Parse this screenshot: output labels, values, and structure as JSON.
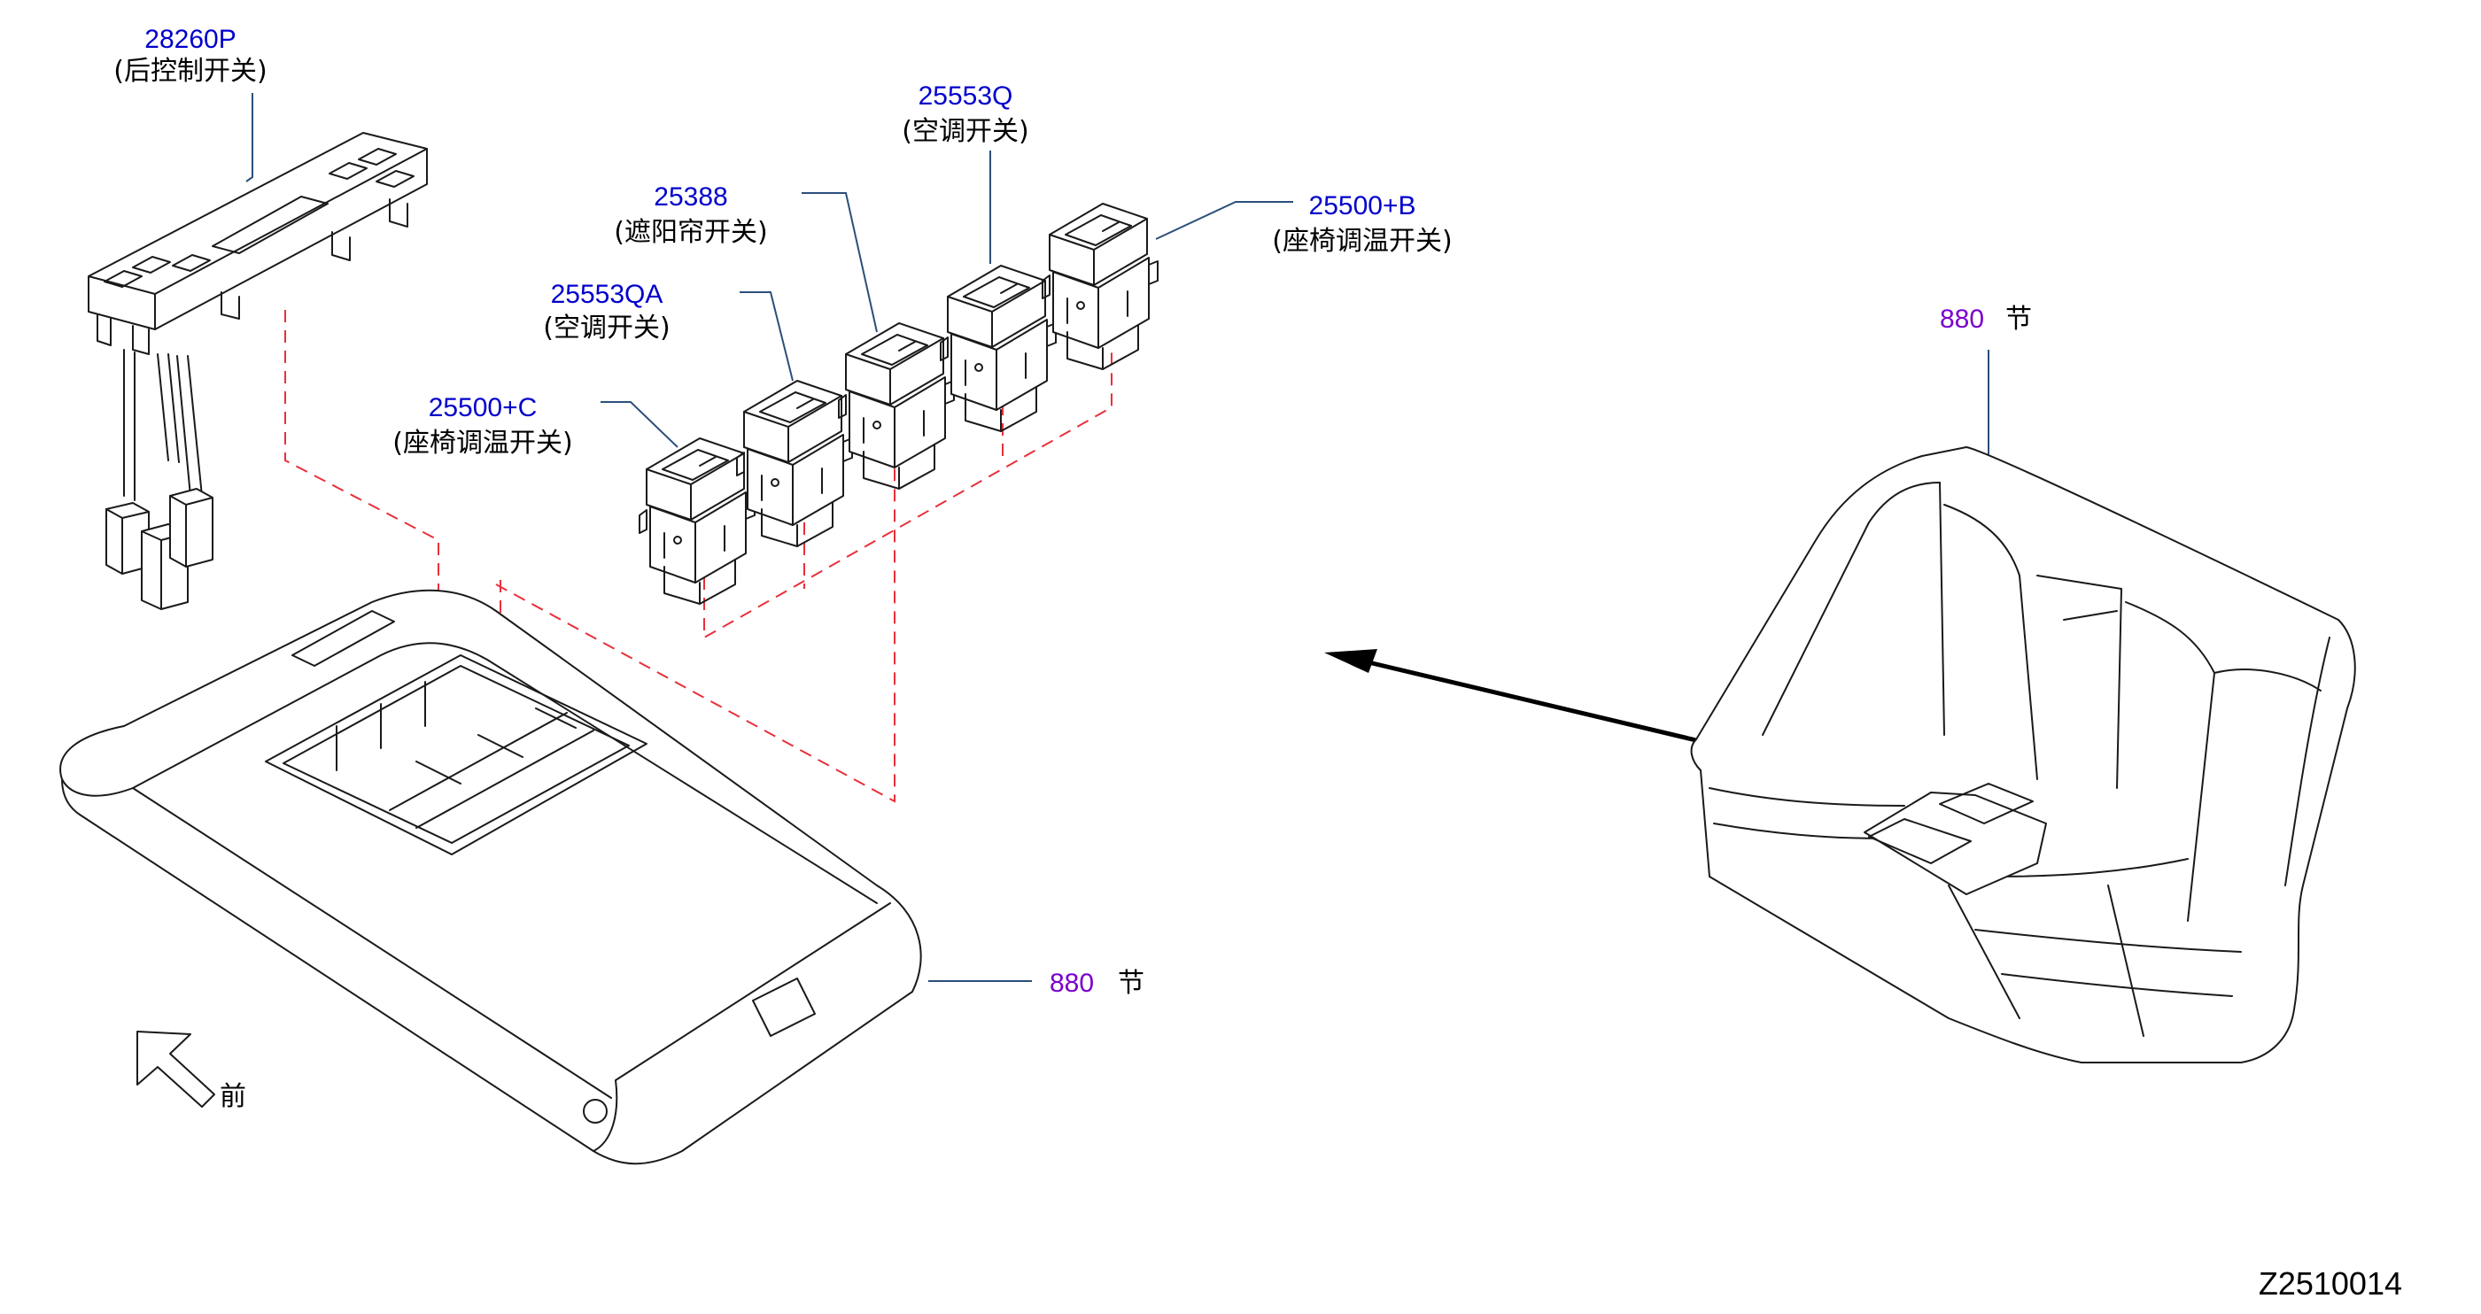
{
  "parts": [
    {
      "number": "28260P",
      "name": "(后控制开关)"
    },
    {
      "number": "25553Q",
      "name": "(空调开关)"
    },
    {
      "number": "25388",
      "name": "(遮阳帘开关)"
    },
    {
      "number": "25500+B",
      "name": "(座椅调温开关)"
    },
    {
      "number": "25553QA",
      "name": "(空调开关)"
    },
    {
      "number": "25500+C",
      "name": "(座椅调温开关)"
    }
  ],
  "refs": [
    {
      "number": "880",
      "label": "节"
    },
    {
      "number": "880",
      "label": "节"
    }
  ],
  "front_label": "前",
  "diagram_id": "Z2510014",
  "colors": {
    "part_number": "#0000cc",
    "reference": "#7a00cc",
    "dash_line": "#e8303a",
    "leader": "#2b4f7a"
  }
}
